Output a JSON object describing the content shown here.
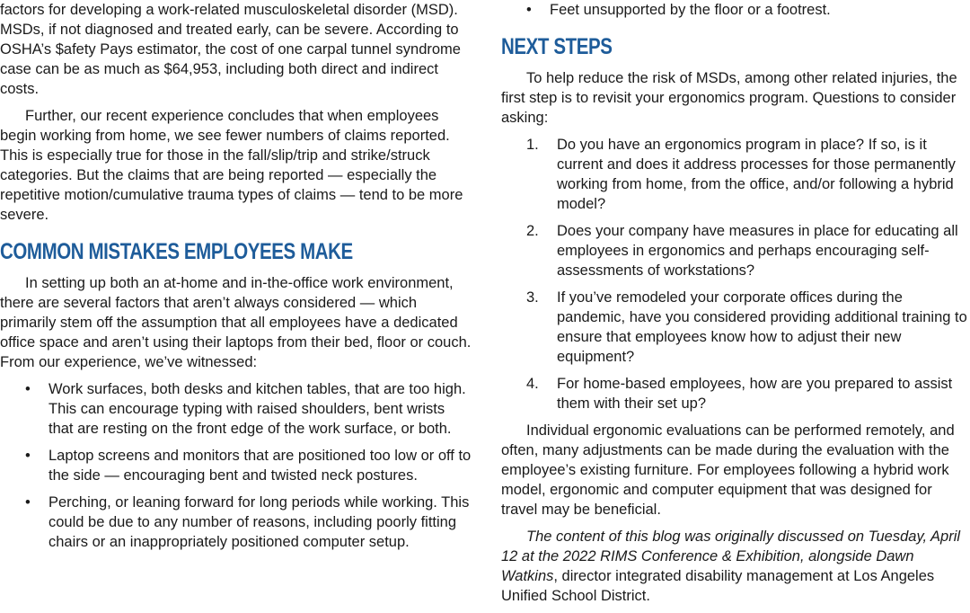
{
  "left": {
    "p1": "factors for developing a work-related musculoskeletal disorder (MSD). MSDs, if not diagnosed and treated early, can be severe. According to OSHA’s $afety Pays estimator, the cost of one carpal tunnel syndrome case can be as much as $64,953, including both direct and indirect costs.",
    "p2": "Further, our recent experience concludes that when employees begin working from home, we see fewer numbers of claims reported. This is especially true for those in the fall/slip/trip and strike/struck categories. But the claims that are being reported — especially the repetitive motion/cumulative trauma types of claims — tend to be more severe.",
    "heading": "COMMON MISTAKES EMPLOYEES MAKE",
    "p3": "In setting up both an at-home and in-the-office work environment, there are several factors that aren’t always considered — which primarily stem off the assumption that all employees have a dedicated office space and aren’t using their laptops from their bed, floor or couch. From our experience, we’ve witnessed:",
    "bullets": [
      "Work surfaces, both desks and kitchen tables, that are too high. This can encourage typing with raised shoulders, bent wrists that are resting on the front edge of the work surface, or both.",
      "Laptop screens and monitors that are positioned too low or off to the side — encouraging bent and twisted neck postures.",
      "Perching, or leaning forward for long periods while working. This could be due to any number of reasons, including poorly fitting chairs or an inappropriately positioned computer setup."
    ]
  },
  "right": {
    "bullet_top": "Feet unsupported by the floor or a footrest.",
    "heading": "NEXT STEPS",
    "p1": "To help reduce the risk of MSDs, among other related injuries, the first step is to revisit your ergonomics program. Questions to consider asking:",
    "numbered": [
      {
        "num": "1.",
        "text": "Do you have an ergonomics program in place? If so, is it current and does it address processes for those permanently working from home, from the office, and/or following a hybrid model?"
      },
      {
        "num": "2.",
        "text": "Does your company have measures in place for educating all employees in ergonomics and perhaps encouraging self-assessments of workstations?"
      },
      {
        "num": "3.",
        "text": "If you’ve remodeled your corporate offices during the pandemic, have you considered providing additional training to ensure that employees know how to adjust their new equipment?"
      },
      {
        "num": "4.",
        "text": "For home-based employees, how are you prepared to assist them with their set up?"
      }
    ],
    "p2": "Individual ergonomic evaluations can be performed remotely, and often, many adjustments can be made during the evaluation with the employee’s existing furniture. For employees following a hybrid work model, ergonomic and computer equipment that was designed for travel may be beneficial.",
    "closing_italic": "The content of this blog was originally discussed on Tuesday, April 12 at the 2022 RIMS Conference & Exhibition, alongside Dawn Watkins",
    "closing_rest": ", director integrated disability management at Los Angeles Unified School District.",
    "bullet_mark": "•",
    "heading_color": "#1e5c9a"
  }
}
